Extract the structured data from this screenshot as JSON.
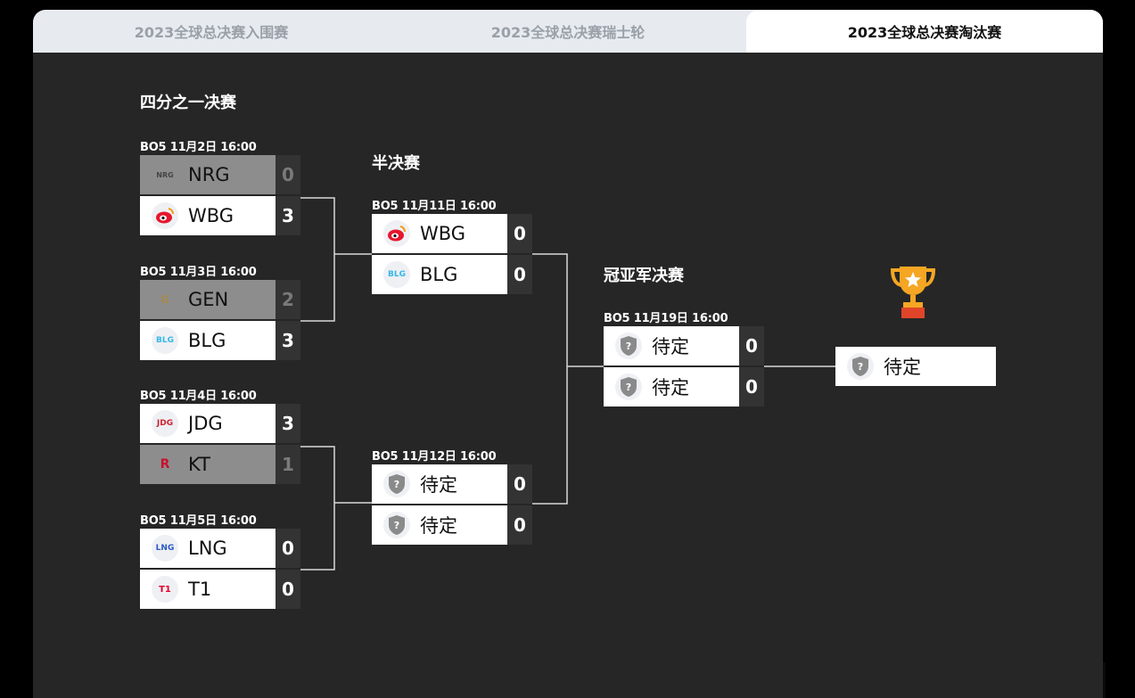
{
  "tabs": [
    {
      "label": "2023全球总决赛入围赛",
      "active": false
    },
    {
      "label": "2023全球总决赛瑞士轮",
      "active": false
    },
    {
      "label": "2023全球总决赛淘汰赛",
      "active": true
    }
  ],
  "stages": {
    "quarterfinal": "四分之一决赛",
    "semifinal": "半决赛",
    "final": "冠亚军决赛"
  },
  "matches": {
    "qf1": {
      "label": "BO5 11月2日 16:00",
      "team1": {
        "name": "NRG",
        "logo": "NRG",
        "score": "0"
      },
      "team2": {
        "name": "WBG",
        "logo": "WBG",
        "score": "3"
      }
    },
    "qf2": {
      "label": "BO5 11月3日 16:00",
      "team1": {
        "name": "GEN",
        "logo": "GEN",
        "score": "2"
      },
      "team2": {
        "name": "BLG",
        "logo": "BLG",
        "score": "3"
      }
    },
    "qf3": {
      "label": "BO5 11月4日 16:00",
      "team1": {
        "name": "JDG",
        "logo": "JDG",
        "score": "3"
      },
      "team2": {
        "name": "KT",
        "logo": "KT",
        "score": "1"
      }
    },
    "qf4": {
      "label": "BO5 11月5日 16:00",
      "team1": {
        "name": "LNG",
        "logo": "LNG",
        "score": "0"
      },
      "team2": {
        "name": "T1",
        "logo": "T1",
        "score": "0"
      }
    },
    "sf1": {
      "label": "BO5 11月11日 16:00",
      "team1": {
        "name": "WBG",
        "logo": "WBG",
        "score": "0"
      },
      "team2": {
        "name": "BLG",
        "logo": "BLG",
        "score": "0"
      }
    },
    "sf2": {
      "label": "BO5 11月12日 16:00",
      "team1": {
        "name": "待定",
        "score": "0"
      },
      "team2": {
        "name": "待定",
        "score": "0"
      }
    },
    "final": {
      "label": "BO5 11月19日 16:00",
      "team1": {
        "name": "待定",
        "score": "0"
      },
      "team2": {
        "name": "待定",
        "score": "0"
      }
    }
  },
  "champion": {
    "name": "待定",
    "icon": "trophy-icon"
  },
  "colors": {
    "panel": "#262626",
    "winner_box": "#ffffff",
    "loser_box": "#8d8d8d",
    "score_bg": "#333333",
    "tab_inactive": "#e7ebf0"
  }
}
